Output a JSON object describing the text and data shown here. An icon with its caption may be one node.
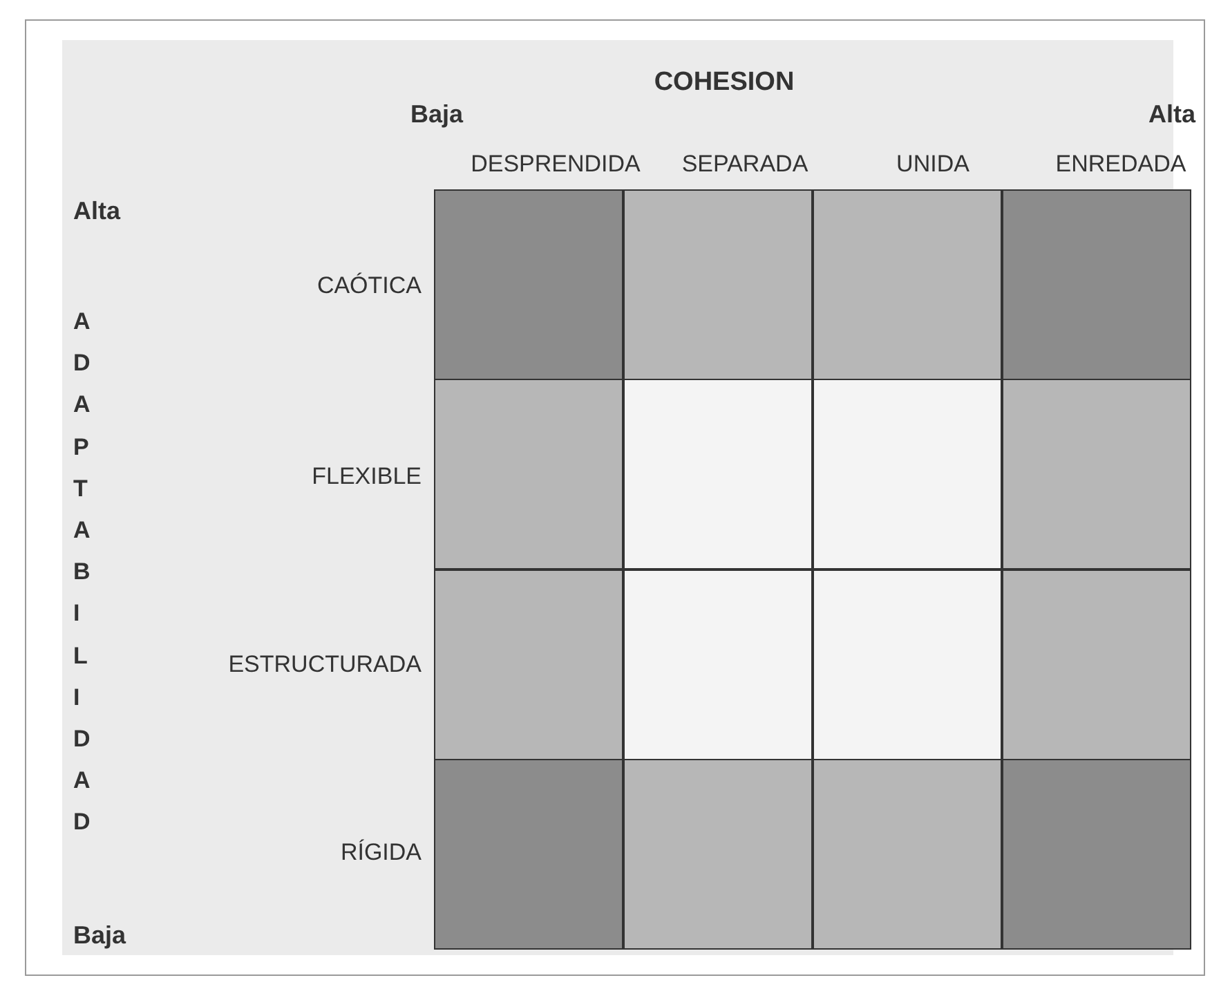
{
  "diagram": {
    "nodes": [
      {
        "text": [],
        "shape": "box"
      },
      {
        "text": [],
        "shape": "box"
      },
      {
        "text": [],
        "shape": "box"
      },
      {
        "text": [],
        "shape": "box"
      },
      {
        "text": [],
        "shape": "box"
      },
      {
        "text": [],
        "shape": "box"
      },
      {
        "text": [],
        "shape": "box"
      },
      {
        "text": [],
        "shape": "box"
      },
      {
        "text": [],
        "shape": "box"
      },
      {
        "text": [],
        "shape": "box"
      },
      {
        "text": [],
        "shape": "box"
      },
      {
        "text": [],
        "shape": "box"
      },
      {
        "text": [],
        "shape": "box"
      },
      {
        "text": [],
        "shape": "box"
      },
      {
        "text": [],
        "shape": "box"
      },
      {
        "text": [],
        "shape": "box"
      }
    ],
    "labels": [
      "COHESION",
      "Baja",
      "Alta",
      "DESPRENDIDA",
      "SEPARADA",
      "UNIDA",
      "ENREDADA",
      "Alta",
      "CAÓTICA",
      "ADAPTABILIDAD",
      "FLEXIBLE",
      "ESTRUCTURADA",
      "RÍGIDA",
      "Baja"
    ]
  }
}
